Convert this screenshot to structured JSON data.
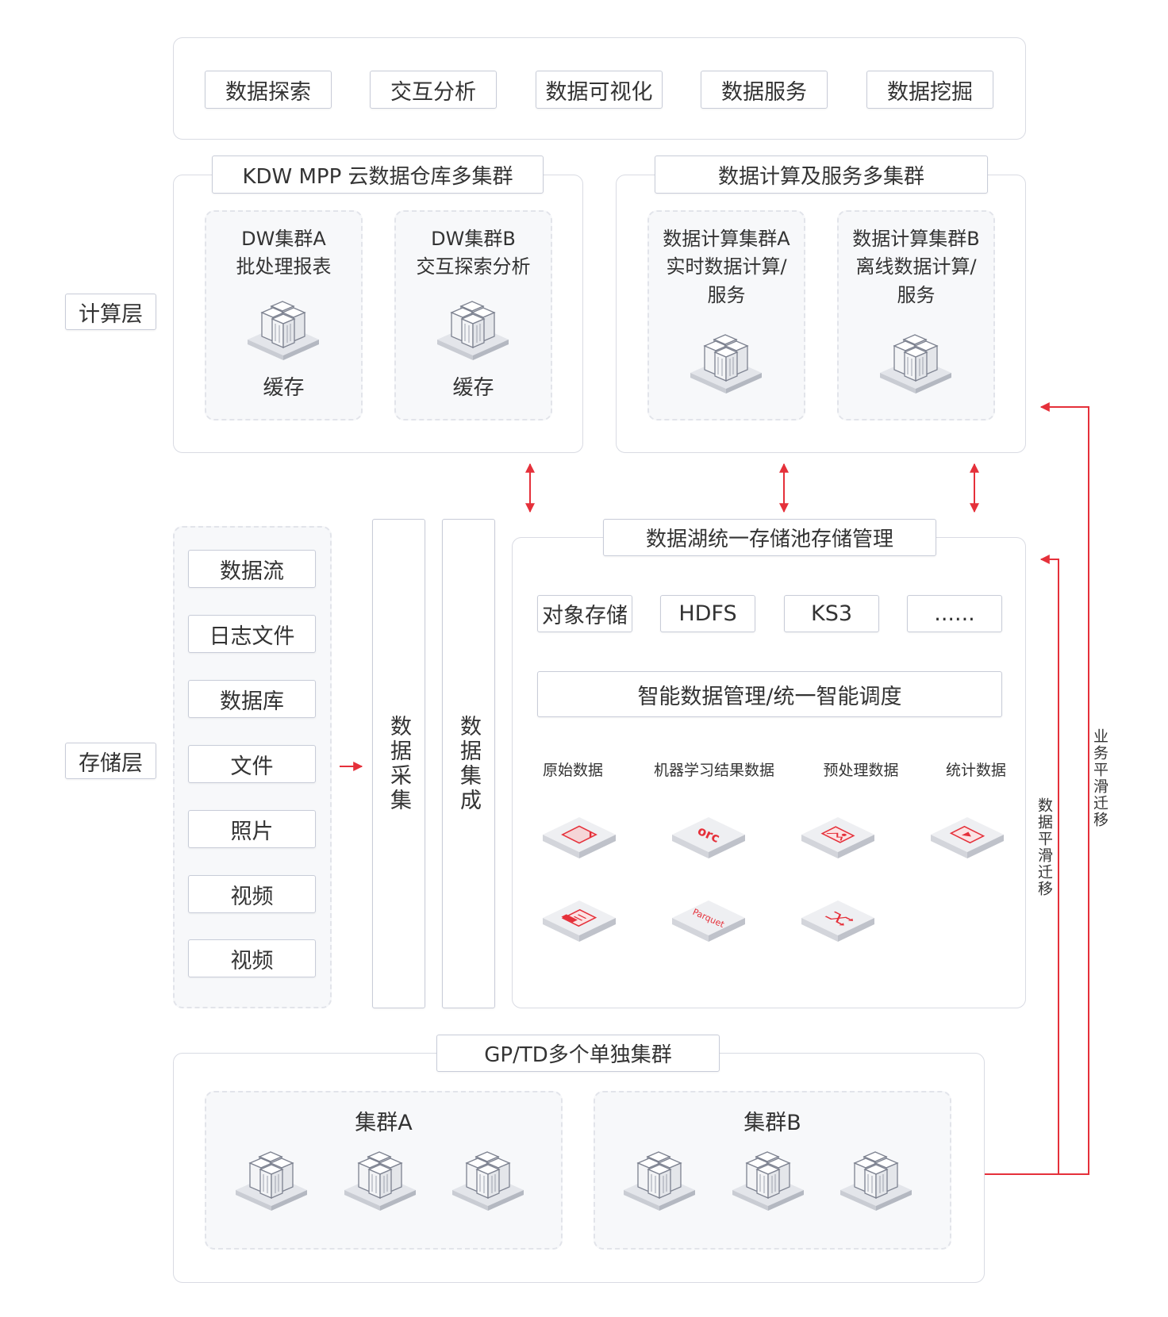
{
  "top_services": [
    "数据探索",
    "交互分析",
    "数据可视化",
    "数据服务",
    "数据挖掘"
  ],
  "layers": {
    "compute": "计算层",
    "storage": "存储层"
  },
  "kdw": {
    "title": "KDW MPP 云数据仓库多集群",
    "clusters": [
      {
        "name": "DW集群A",
        "desc": "批处理报表",
        "cache": "缓存"
      },
      {
        "name": "DW集群B",
        "desc": "交互探索分析",
        "cache": "缓存"
      }
    ]
  },
  "compute_service": {
    "title": "数据计算及服务多集群",
    "clusters": [
      {
        "name": "数据计算集群A",
        "desc1": "实时数据计算/",
        "desc2": "服务"
      },
      {
        "name": "数据计算集群B",
        "desc1": "离线数据计算/",
        "desc2": "服务"
      }
    ]
  },
  "sources": [
    "数据流",
    "日志文件",
    "数据库",
    "文件",
    "照片",
    "视频",
    "视频"
  ],
  "pipes": {
    "collect": "数据采集",
    "integrate": "数据集成"
  },
  "lake": {
    "title": "数据湖统一存储池存储管理",
    "storage_types": [
      "对象存储",
      "HDFS",
      "KS3",
      "......"
    ],
    "management": "智能数据管理/统一智能调度",
    "data_categories": [
      "原始数据",
      "机器学习结果数据",
      "预处理数据",
      "统计数据"
    ],
    "format_icons": [
      "file-icon",
      "orc-icon",
      "image-icon",
      "video-icon",
      "pdf-icon",
      "parquet-icon",
      "shuffle-icon"
    ],
    "format_labels": {
      "orc": "orc",
      "parquet": "Parquet"
    }
  },
  "gp": {
    "title": "GP/TD多个单独集群",
    "clusters": [
      "集群A",
      "集群B"
    ]
  },
  "migration": {
    "business": "业务平滑迁移",
    "data": "数据平滑迁移"
  },
  "colors": {
    "accent_red": "#e5303a",
    "border": "#d9dbe3",
    "box_border": "#c8ccd8"
  }
}
